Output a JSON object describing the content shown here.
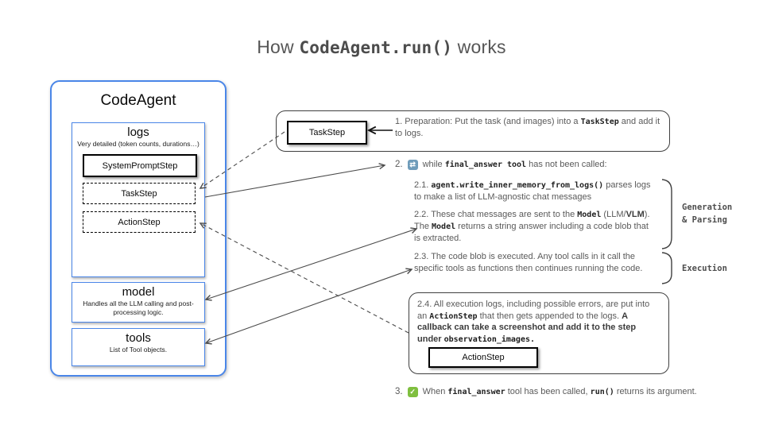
{
  "colors": {
    "accent_blue": "#4a86e8",
    "box_border": "#3f3f3f",
    "body_text": "#5a5a5a",
    "code_text": "#222222",
    "loop_icon_bg": "#6f9cba",
    "check_icon_bg": "#7fbf3f",
    "arrow": "#4a4a4a"
  },
  "icons": {
    "loop_glyph": "⇄",
    "check_glyph": "✓"
  },
  "title": {
    "segments": [
      {
        "t": "How ",
        "s": "p"
      },
      {
        "t": "CodeAgent.run()",
        "s": "c"
      },
      {
        "t": " works",
        "s": "p"
      }
    ]
  },
  "agent": {
    "title": "CodeAgent",
    "logs": {
      "title": "logs",
      "subtitle": "Very detailed (token counts, durations…)",
      "steps": [
        {
          "label": "SystemPromptStep",
          "style": "solid"
        },
        {
          "label": "TaskStep",
          "style": "dashed"
        },
        {
          "label": "ActionStep",
          "style": "dashed"
        }
      ]
    },
    "model": {
      "title": "model",
      "subtitle": "Handles all the LLM calling and post-processing logic."
    },
    "tools": {
      "title": "tools",
      "subtitle": "List of Tool objects."
    }
  },
  "flow": {
    "step1": {
      "tag": "TaskStep",
      "segments": [
        {
          "t": "1.  Preparation: Put the task (and images) into a ",
          "s": "p"
        },
        {
          "t": "TaskStep",
          "s": "c"
        },
        {
          "t": " and add it to logs.",
          "s": "p"
        }
      ]
    },
    "step2": {
      "num": "2.",
      "segments": [
        {
          "t": "while ",
          "s": "p"
        },
        {
          "t": "final_answer tool",
          "s": "c"
        },
        {
          "t": " has not been called:",
          "s": "p"
        }
      ]
    },
    "step2_1": {
      "segments": [
        {
          "t": "2.1.  ",
          "s": "p"
        },
        {
          "t": "agent.write_inner_memory_from_logs()",
          "s": "c"
        },
        {
          "t": " parses logs to make a list of LLM-agnostic chat messages",
          "s": "p"
        }
      ]
    },
    "step2_2": {
      "segments": [
        {
          "t": "2.2. These chat messages are sent to the ",
          "s": "p"
        },
        {
          "t": "Model",
          "s": "c"
        },
        {
          "t": " (LLM/",
          "s": "p"
        },
        {
          "t": "VLM",
          "s": "b"
        },
        {
          "t": "). The ",
          "s": "p"
        },
        {
          "t": "Model",
          "s": "c"
        },
        {
          "t": "  returns a string answer including a code blob that is extracted.",
          "s": "p"
        }
      ]
    },
    "step2_3": {
      "segments": [
        {
          "t": "2.3. The code blob is executed. Any tool calls in it call the specific tools as functions then continues running the code.",
          "s": "p"
        }
      ]
    },
    "step2_4": {
      "tag": "ActionStep",
      "segments": [
        {
          "t": "2.4. All execution logs, including possible errors, are put into an ",
          "s": "p"
        },
        {
          "t": "ActionStep",
          "s": "c"
        },
        {
          "t": " that then gets appended to the logs. ",
          "s": "p"
        },
        {
          "t": "A callback can  take a screenshot and add it to the step under ",
          "s": "b"
        },
        {
          "t": "observation_images.",
          "s": "cb"
        }
      ]
    },
    "step3": {
      "num": "3.",
      "segments": [
        {
          "t": "When ",
          "s": "p"
        },
        {
          "t": "final_answer",
          "s": "c"
        },
        {
          "t": " tool has been called, ",
          "s": "p"
        },
        {
          "t": "run()",
          "s": "c"
        },
        {
          "t": " returns its argument.",
          "s": "p"
        }
      ]
    },
    "side_labels": {
      "generation": "Generation\n& Parsing",
      "execution": "Execution"
    }
  }
}
